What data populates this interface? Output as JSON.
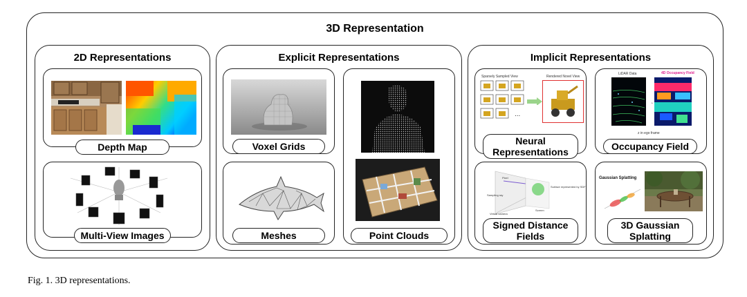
{
  "main_title": "3D Representation",
  "groups": {
    "two_d": {
      "title": "2D Representations",
      "labels": [
        "Depth Map",
        "Multi-View Images"
      ]
    },
    "explicit": {
      "title": "Explicit Representations",
      "labels": [
        "Voxel Grids",
        "Meshes",
        "Point Clouds"
      ]
    },
    "implicit": {
      "title": "Implicit Representations",
      "labels": [
        "Neural Representations",
        "Occupancy Field",
        "Signed Distance Fields",
        "3D Gaussian Splatting"
      ]
    }
  },
  "inset_text": {
    "sparsely_sampled_view": "Sparsely Sampled View",
    "rendered_novel_view": "Rendered Novel View",
    "ellipsis": "...",
    "lidar_data": "LiDAR Data",
    "occupancy_4d": "4D Occupancy Field",
    "ego_frame": "z in ego frame",
    "gaussian_splatting": "Gaussian Splatting",
    "sdf_surface": "Surface represented by SDF",
    "sdf_pixel": "Pixel",
    "sdf_ray": "Sampling ray",
    "sdf_camera": "Virtual camera",
    "sdf_screen": "Screen"
  },
  "caption": "Fig. 1.  3D representations."
}
